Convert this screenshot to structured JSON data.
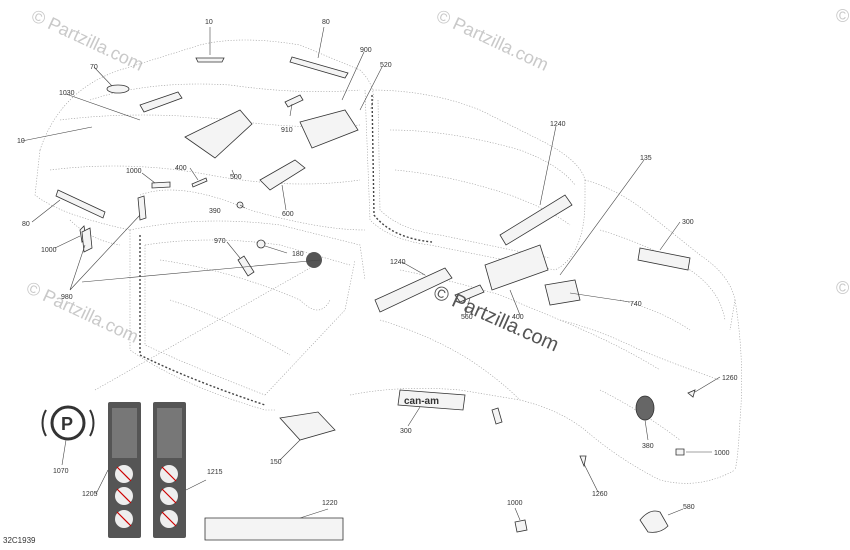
{
  "watermarks": [
    "© Partzilla.com",
    "© Partzilla.com",
    "© Partzilla.com",
    "©",
    "©"
  ],
  "center_watermark": "© Partzilla.com",
  "diagram_id": "32C1939",
  "decal_text": "can-am",
  "parking_symbol": "P",
  "callouts": [
    "10",
    "80",
    "70",
    "900",
    "520",
    "1030",
    "10",
    "910",
    "1240",
    "135",
    "1000",
    "400",
    "500",
    "390",
    "600",
    "80",
    "300",
    "1000",
    "970",
    "180",
    "1240",
    "980",
    "560",
    "400",
    "740",
    "300",
    "1260",
    "380",
    "1070",
    "1205",
    "1215",
    "1000",
    "150",
    "1260",
    "1220",
    "1000",
    "580"
  ]
}
